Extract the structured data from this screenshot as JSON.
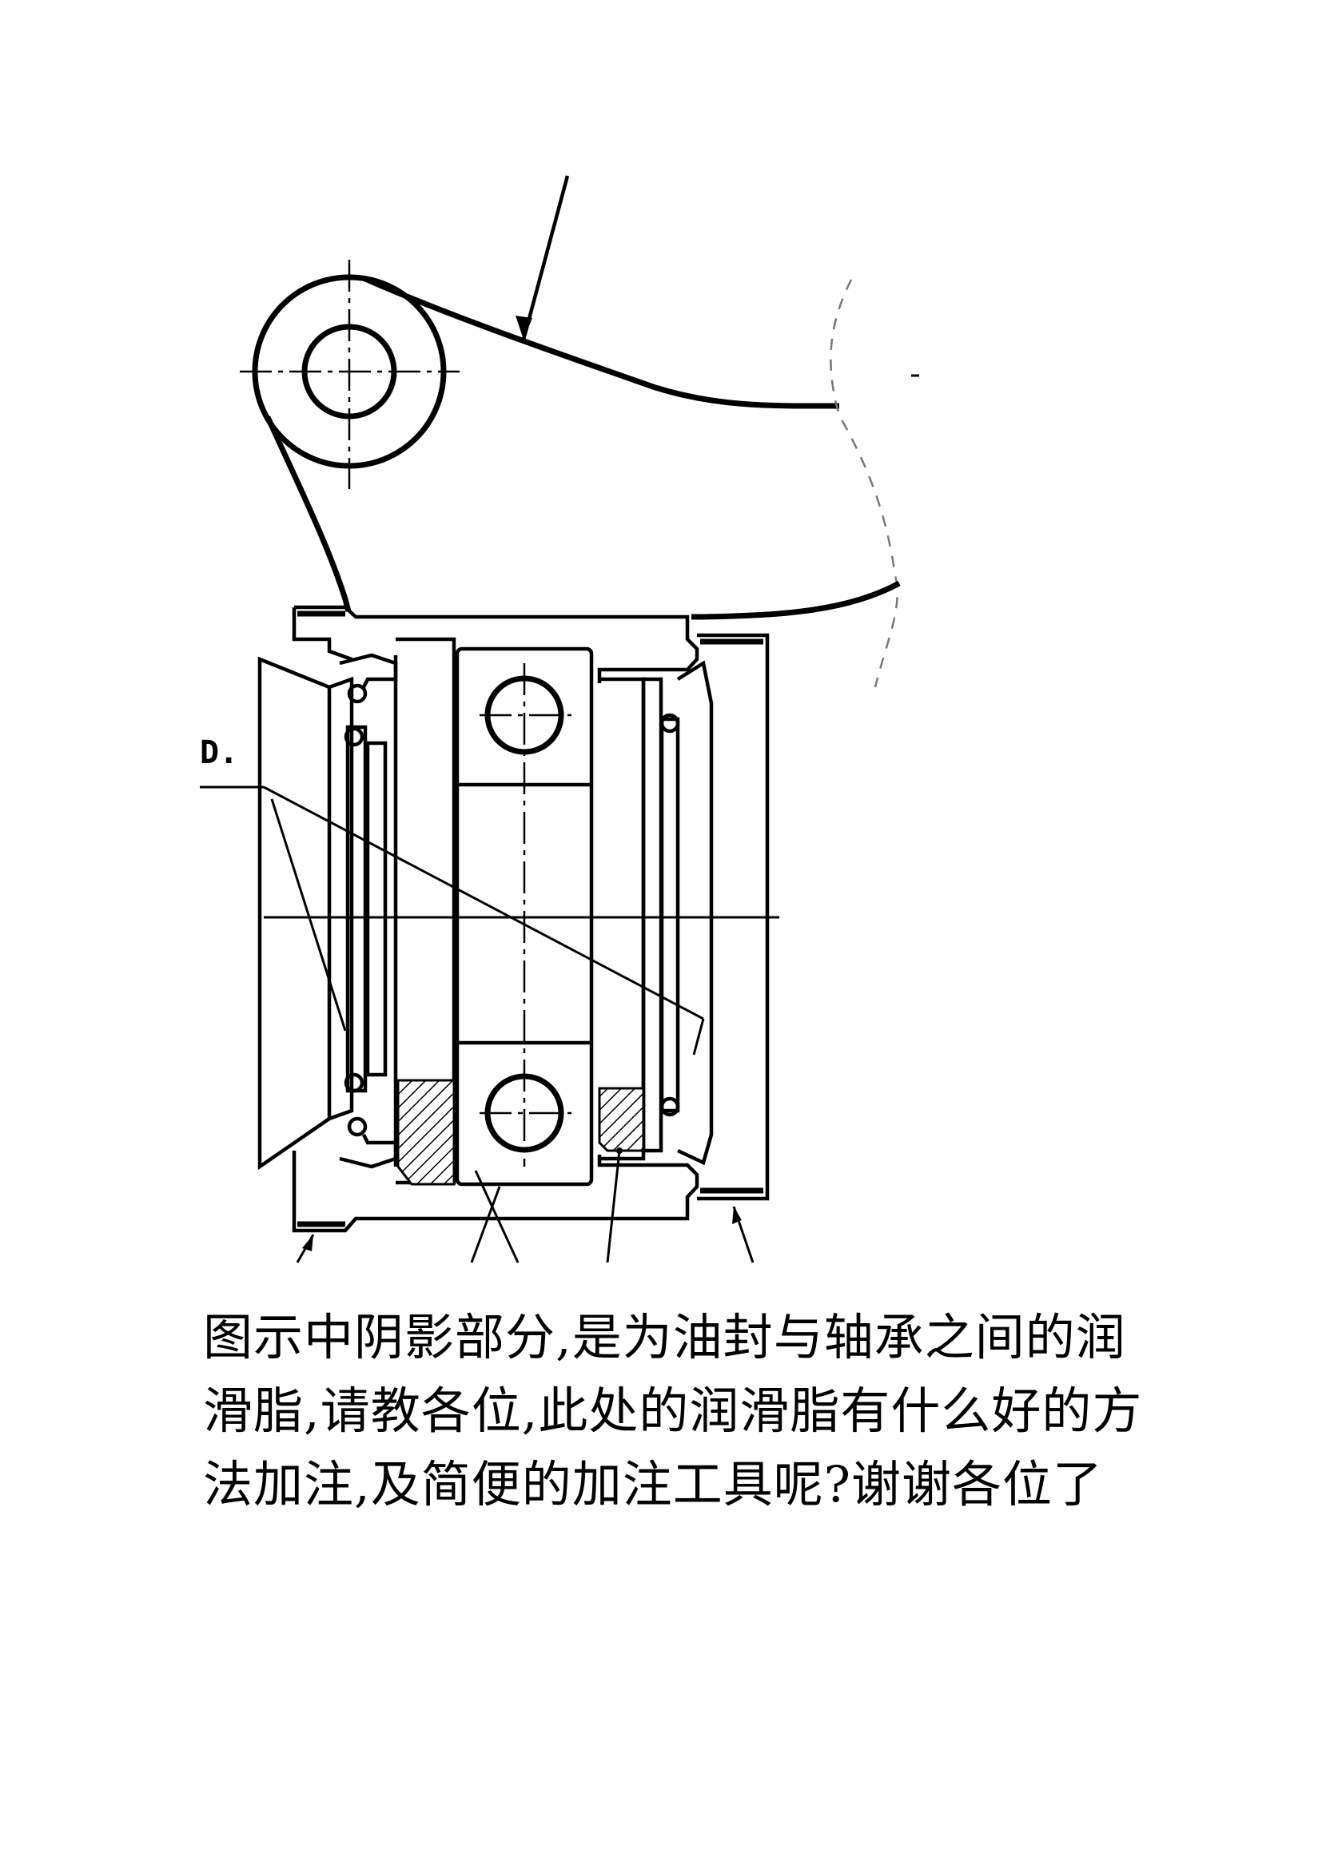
{
  "drawing": {
    "partial_label": "D.",
    "colors": {
      "line": "#000000",
      "hatch": "#000000",
      "background": "#ffffff"
    }
  },
  "caption": {
    "lines": [
      "图示中阴影部分,是为油封与轴承之间的润",
      "滑脂,请教各位,此处的润滑脂有什么好的方",
      "法加注,及简便的加注工具呢?谢谢各位了"
    ]
  }
}
